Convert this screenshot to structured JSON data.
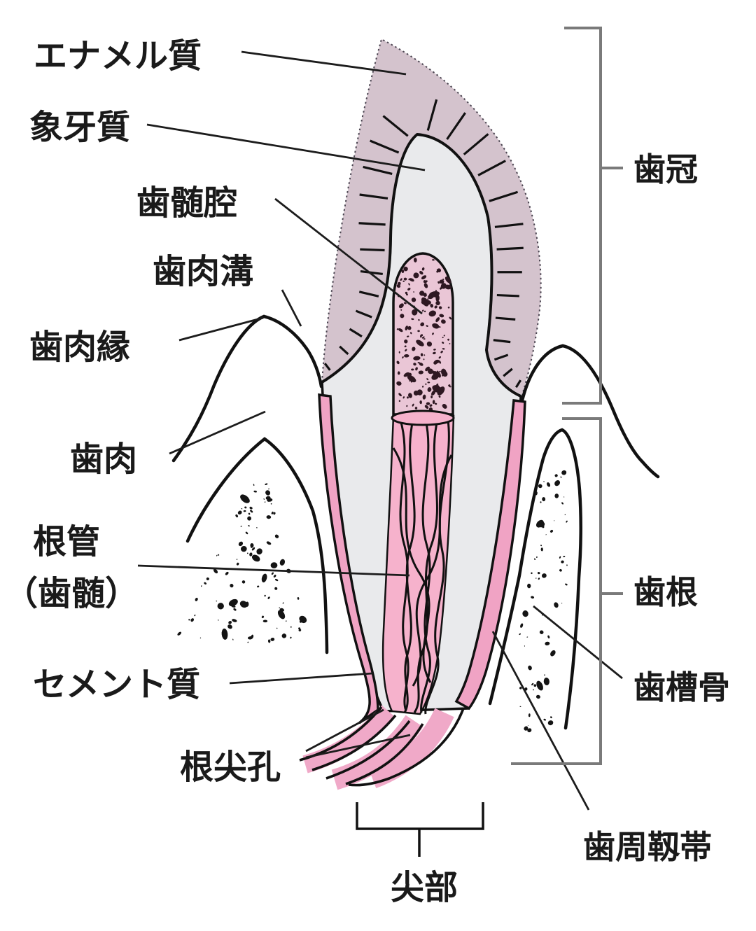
{
  "diagram": {
    "labels": {
      "enamel": "エナメル質",
      "dentin": "象牙質",
      "pulp_cavity": "歯髄腔",
      "gingival_sulcus": "歯肉溝",
      "gingival_margin": "歯肉縁",
      "gingiva": "歯肉",
      "root_canal_l1": "根管",
      "root_canal_l2": "（歯髄）",
      "cementum": "セメント質",
      "apical_foramen": "根尖孔",
      "crown": "歯冠",
      "root": "歯根",
      "alveolar_bone": "歯槽骨",
      "periodontal_ligament": "歯周靱帯",
      "apex": "尖部"
    },
    "colors": {
      "enamel": "#d4c3cd",
      "dentin": "#e9eaec",
      "pulp_fill": "#eac6d6",
      "pulp_dot": "#2e1822",
      "canal": "#f6b2cc",
      "cementum": "#f0a3c4",
      "bundle": "#f0a9c8",
      "outline": "#111111",
      "bracket": "#7a7a7a",
      "text": "#1a1a1a",
      "bone_dot": "#141414"
    }
  }
}
